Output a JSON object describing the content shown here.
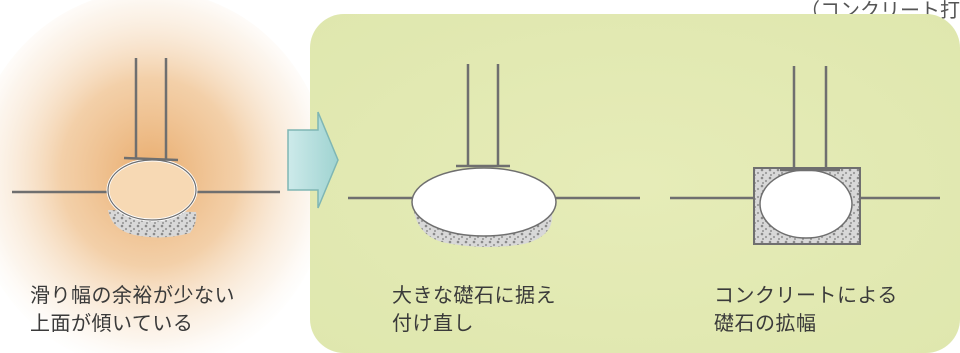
{
  "top_label": "（コンクリート打",
  "panels": [
    {
      "caption_line1": "滑り幅の余裕が少ない",
      "caption_line2": "上面が傾いている"
    },
    {
      "caption_line1": "大きな礎石に据え",
      "caption_line2": "付け直し"
    },
    {
      "caption_line1": "コンクリートによる",
      "caption_line2": "礎石の拡幅"
    }
  ],
  "colors": {
    "before_glow": "#e8b27a",
    "after_background": "#e4ebb6",
    "arrow_fill": "#bfe3e2",
    "arrow_stroke": "#7fb6b4",
    "line": "#6f6f6f",
    "stone_fill": "#ffffff",
    "gravel": "#a8a8a8"
  },
  "icons": {
    "arrow": "right-arrow-icon"
  }
}
